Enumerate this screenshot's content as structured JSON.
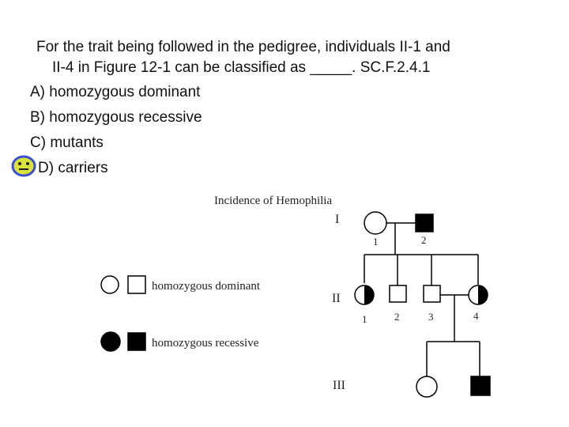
{
  "question": {
    "line1": "For the trait being followed in the pedigree, individuals II-1 and",
    "line2": "II-4 in Figure 12-1 can be classified as _____. SC.F.2.4.1",
    "options": [
      "A) homozygous dominant",
      "B) homozygous recessive",
      "C) mutants",
      "D) carriers"
    ]
  },
  "answer_marker_icon": "smiley-face-icon",
  "figure": {
    "title": "Incidence of Hemophilia",
    "generations": [
      "I",
      "II",
      "III"
    ],
    "gen1_numbers": [
      "1",
      "2"
    ],
    "gen2_numbers": [
      "1",
      "2",
      "3",
      "4"
    ],
    "legend": {
      "dominant": "homozygous dominant",
      "recessive": "homozygous recessive"
    }
  },
  "colors": {
    "text": "#111111",
    "smiley_fill": "#d8e23a",
    "smiley_ring": "#3a4fd0",
    "symbol": "#000000"
  }
}
